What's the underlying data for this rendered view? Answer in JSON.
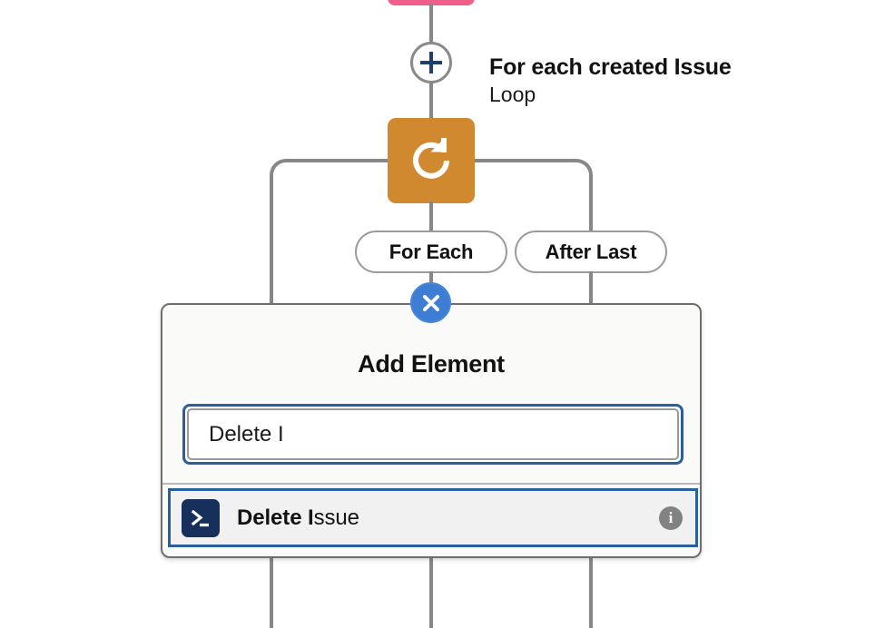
{
  "flow": {
    "previous_node": {
      "icon": "pink-node",
      "color": "#ef5f8a"
    },
    "add_button": {
      "icon": "plus-icon",
      "color": "#1f3f6e"
    },
    "loop_node": {
      "icon": "loop-refresh-icon",
      "color": "#d1892f",
      "title": "For each created Issue",
      "subtitle": "Loop"
    },
    "branches": [
      {
        "label": "For Each"
      },
      {
        "label": "After Last"
      }
    ]
  },
  "dialog": {
    "title": "Add Element",
    "close_label": "close-icon",
    "search": {
      "value": "Delete I",
      "placeholder": ""
    },
    "results": [
      {
        "icon": "terminal-icon",
        "icon_color": "#17305b",
        "match": "Delete I",
        "rest": "ssue",
        "info_label": "i"
      }
    ]
  },
  "colors": {
    "accent_blue": "#2a5f9e",
    "close_blue": "#3d7ed4",
    "connector_gray": "#878787",
    "loop_orange": "#d1892f",
    "trigger_pink": "#ef5f8a"
  }
}
